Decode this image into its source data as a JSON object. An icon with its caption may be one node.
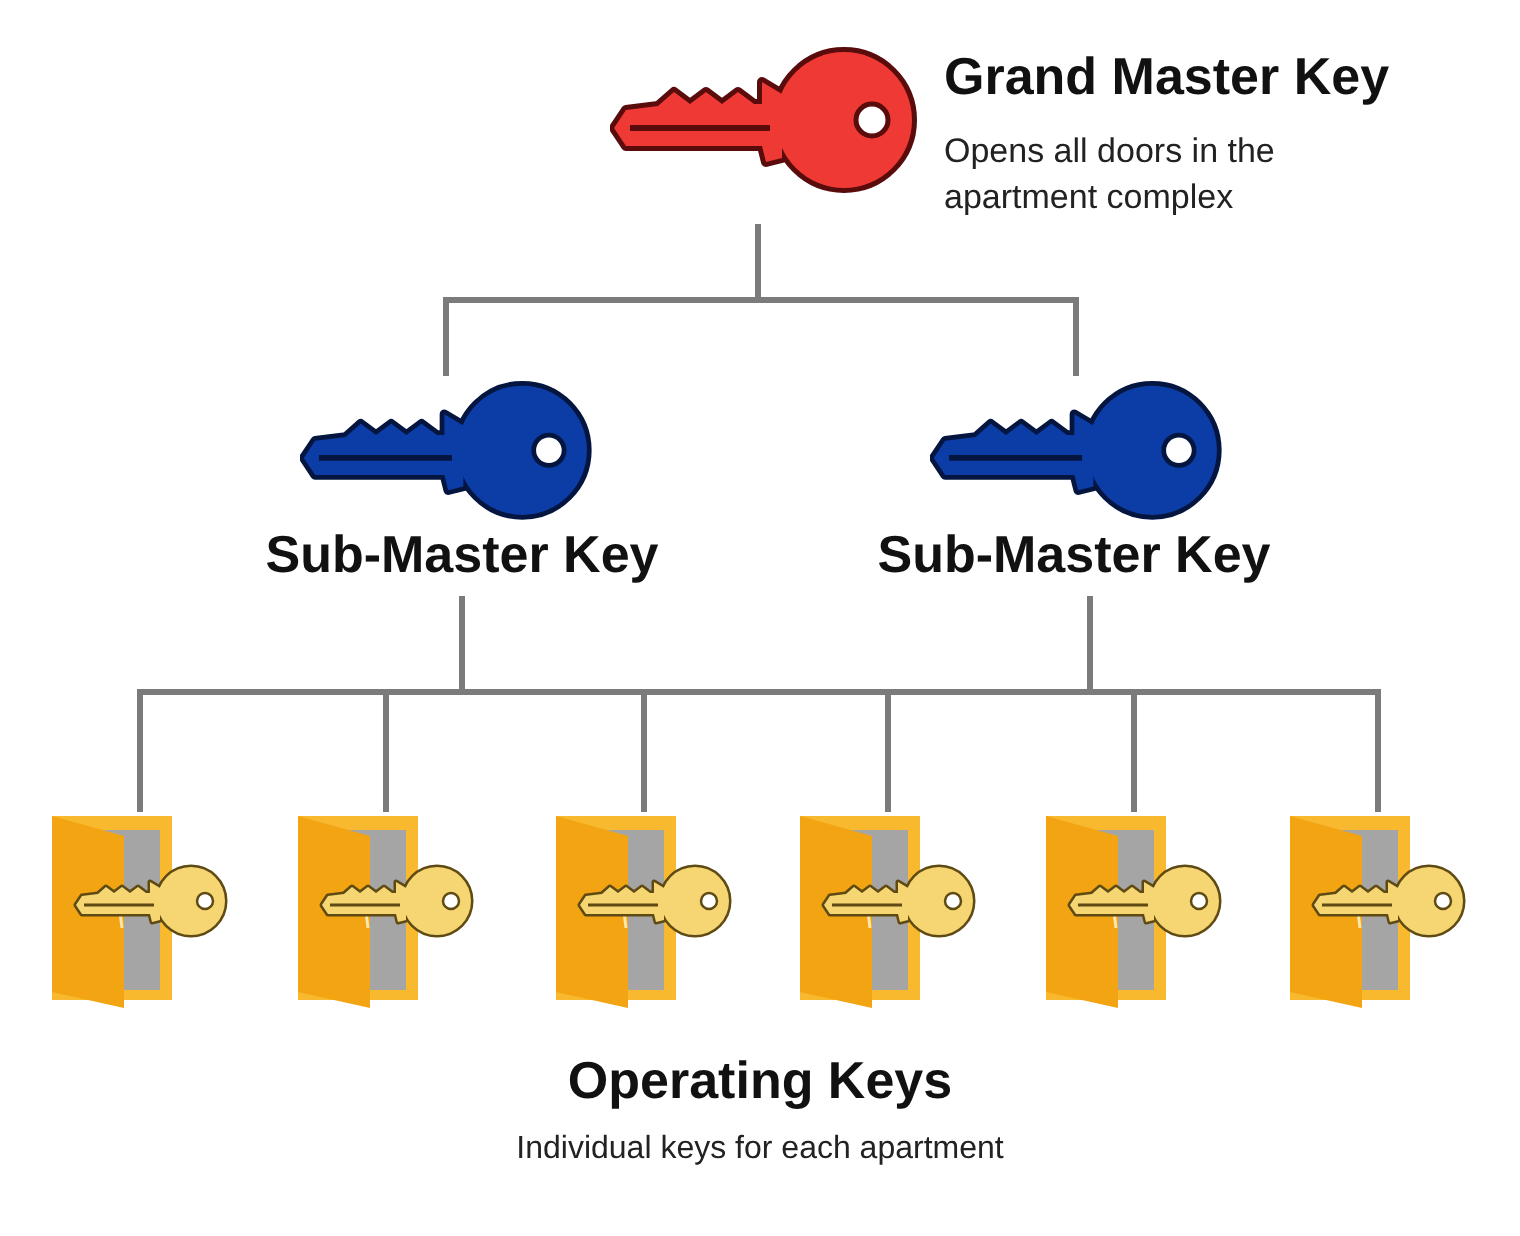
{
  "diagram": {
    "nodes": [
      {
        "text": [
          "Grand Master Key",
          "Opens all doors in the apartment complex"
        ]
      },
      {
        "text": [
          "Sub-Master Key"
        ]
      },
      {
        "text": [
          "Sub-Master Key"
        ]
      },
      {
        "text": [],
        "shape": "picture"
      },
      {
        "text": [],
        "shape": "picture"
      },
      {
        "text": [],
        "shape": "picture"
      },
      {
        "text": [],
        "shape": "picture"
      },
      {
        "text": [],
        "shape": "picture"
      },
      {
        "text": [],
        "shape": "picture"
      }
    ],
    "edges": [
      {
        "from": 0,
        "to": 1,
        "arrow": "none"
      },
      {
        "from": 0,
        "to": 2,
        "arrow": "none"
      },
      {
        "from": 1,
        "to": 3,
        "arrow": "none"
      },
      {
        "from": 1,
        "to": 4,
        "arrow": "none"
      },
      {
        "from": 1,
        "to": 5,
        "arrow": "none"
      },
      {
        "from": 1,
        "to": 6,
        "arrow": "none"
      },
      {
        "from": 1,
        "to": 7,
        "arrow": "none"
      },
      {
        "from": 1,
        "to": 8,
        "arrow": "none"
      },
      {
        "from": 2,
        "to": 3,
        "arrow": "none"
      },
      {
        "from": 2,
        "to": 4,
        "arrow": "none"
      },
      {
        "from": 2,
        "to": 5,
        "arrow": "none"
      },
      {
        "from": 2,
        "to": 6,
        "arrow": "none"
      },
      {
        "from": 2,
        "to": 7,
        "arrow": "none"
      },
      {
        "from": 2,
        "to": 8,
        "arrow": "none"
      }
    ],
    "labels": [
      "Operating Keys",
      "Individual keys for each apartment"
    ]
  }
}
